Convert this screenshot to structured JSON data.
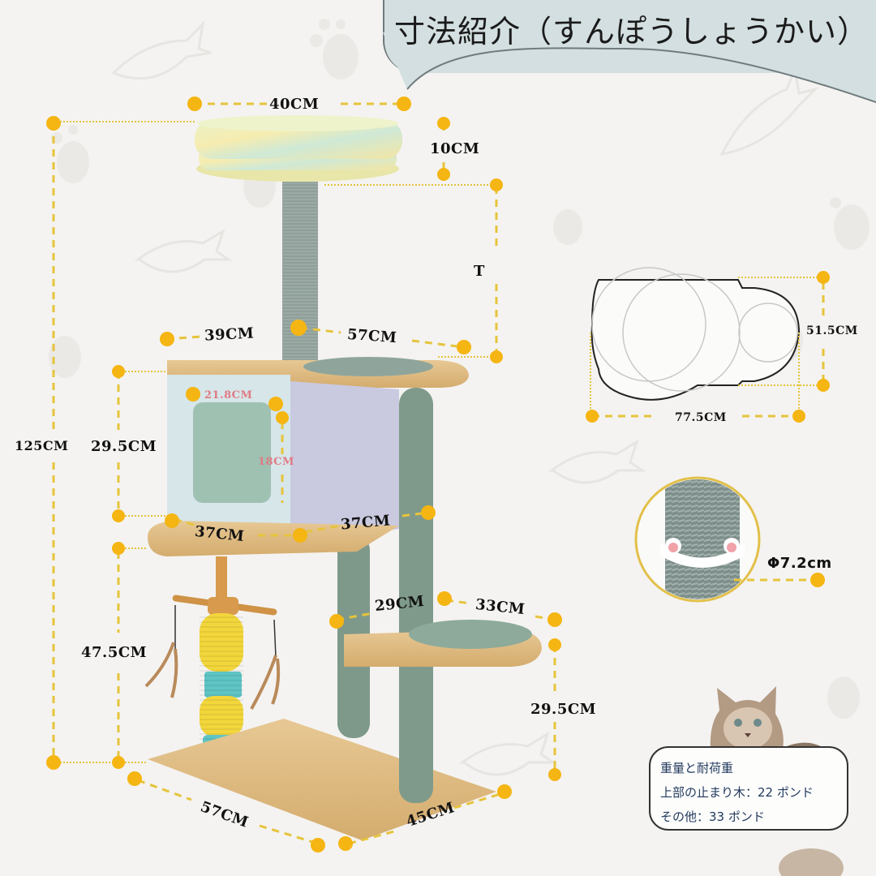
{
  "header": {
    "title": "寸法紹介（すんぽうしょうかい）"
  },
  "dimensions": {
    "top_perch_width": "40CM",
    "top_perch_height": "10CM",
    "post_height_mark": "T",
    "condo_top_left": "39CM",
    "condo_top_right": "57CM",
    "overall_height": "125CM",
    "condo_height": "29.5CM",
    "door_width": "21.8CM",
    "door_height": "18CM",
    "condo_base_left": "37CM",
    "condo_base_right": "37CM",
    "side_perch_depth": "29CM",
    "side_perch_width": "33CM",
    "lower_height": "47.5CM",
    "side_perch_height": "29.5CM",
    "base_length": "57CM",
    "base_width": "45CM"
  },
  "footprint": {
    "depth": "51.5CM",
    "length": "77.5CM"
  },
  "post_detail": {
    "diameter": "Φ7.2cm"
  },
  "weight_card": {
    "heading": "重量と耐荷重",
    "line1": "上部の止まり木：22 ポンド",
    "line2": "その他：33 ポンド"
  },
  "colors": {
    "accent_dot": "#f5b512",
    "dashed_line": "#e6c43c",
    "banner_bg": "#d3dfe0",
    "wood": "#e2c08a",
    "sisal": "#8d9e98",
    "plush_green": "#7f9a8b",
    "condo_blue": "#cfe2e6",
    "teal_toy": "#5fc4c4",
    "yellow_toy": "#f2d63b"
  }
}
